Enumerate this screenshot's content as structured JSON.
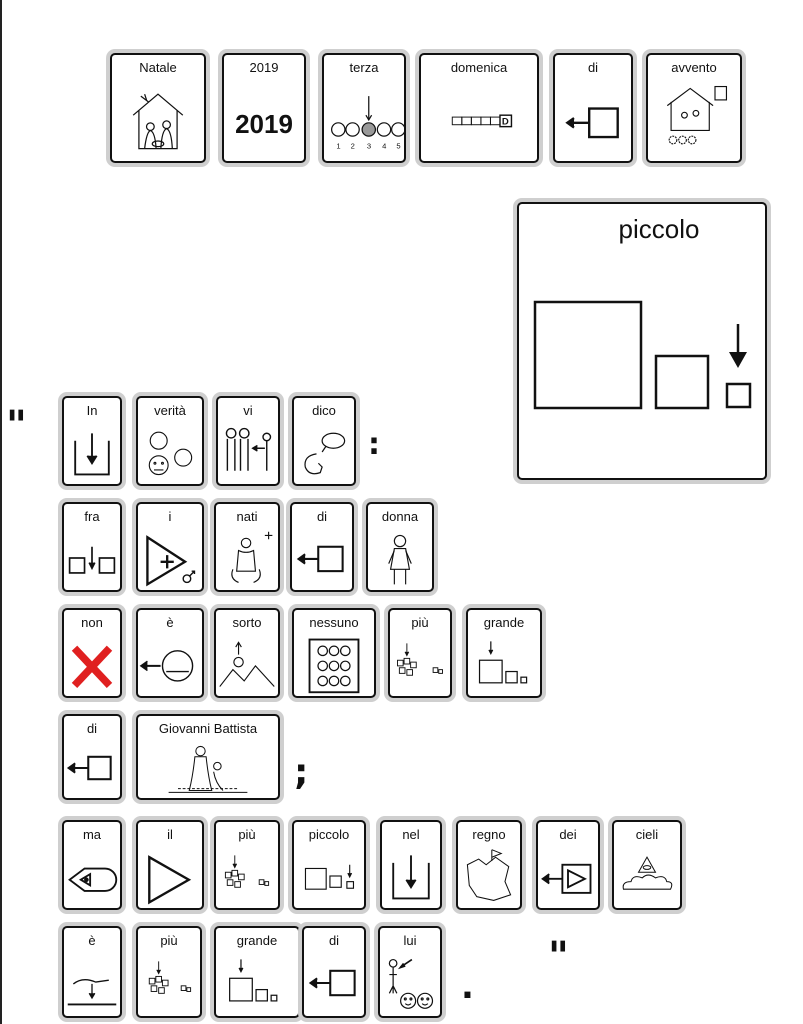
{
  "header_row": [
    {
      "label": "Natale",
      "icon": "nativity-icon"
    },
    {
      "label": "2019",
      "icon": "year-icon",
      "big": "2019"
    },
    {
      "label": "terza",
      "icon": "third-position-icon"
    },
    {
      "label": "domenica",
      "icon": "sunday-calendar-icon"
    },
    {
      "label": "di",
      "icon": "of-arrow-icon"
    },
    {
      "label": "avvento",
      "icon": "advent-icon"
    }
  ],
  "big_card": {
    "label": "piccolo",
    "icon": "small-sizes-icon"
  },
  "rows": [
    [
      {
        "label": "In",
        "icon": "in-icon"
      },
      {
        "label": "verità",
        "icon": "truth-icon"
      },
      {
        "label": "vi",
        "icon": "you-plural-icon"
      },
      {
        "label": "dico",
        "icon": "say-icon"
      }
    ],
    [
      {
        "label": "fra",
        "icon": "between-icon"
      },
      {
        "label": "i",
        "icon": "article-masculine-plural-icon"
      },
      {
        "label": "nati",
        "icon": "born-icon"
      },
      {
        "label": "di",
        "icon": "of-arrow-icon"
      },
      {
        "label": "donna",
        "icon": "woman-icon"
      }
    ],
    [
      {
        "label": "non",
        "icon": "no-cross-icon"
      },
      {
        "label": "è",
        "icon": "is-icon"
      },
      {
        "label": "sorto",
        "icon": "risen-icon"
      },
      {
        "label": "nessuno",
        "icon": "nobody-icon"
      },
      {
        "label": "più",
        "icon": "more-icon"
      },
      {
        "label": "grande",
        "icon": "big-icon"
      }
    ],
    [
      {
        "label": "di",
        "icon": "of-arrow-icon"
      },
      {
        "label": "Giovanni Battista",
        "icon": "john-baptist-icon"
      }
    ],
    [
      {
        "label": "ma",
        "icon": "but-icon"
      },
      {
        "label": "il",
        "icon": "article-triangle-icon"
      },
      {
        "label": "più",
        "icon": "more-icon"
      },
      {
        "label": "piccolo",
        "icon": "small-icon"
      },
      {
        "label": "nel",
        "icon": "in-the-icon"
      },
      {
        "label": "regno",
        "icon": "kingdom-icon"
      },
      {
        "label": "dei",
        "icon": "of-the-icon"
      },
      {
        "label": "cieli",
        "icon": "heavens-icon"
      }
    ],
    [
      {
        "label": "è",
        "icon": "is-icon"
      },
      {
        "label": "più",
        "icon": "more-icon"
      },
      {
        "label": "grande",
        "icon": "big-icon"
      },
      {
        "label": "di",
        "icon": "of-arrow-icon"
      },
      {
        "label": "lui",
        "icon": "him-icon"
      }
    ]
  ],
  "punctuation": {
    "open_quote": "\"",
    "colon": ":",
    "semicolon": ";",
    "close_quote": "\"",
    "period": "."
  }
}
